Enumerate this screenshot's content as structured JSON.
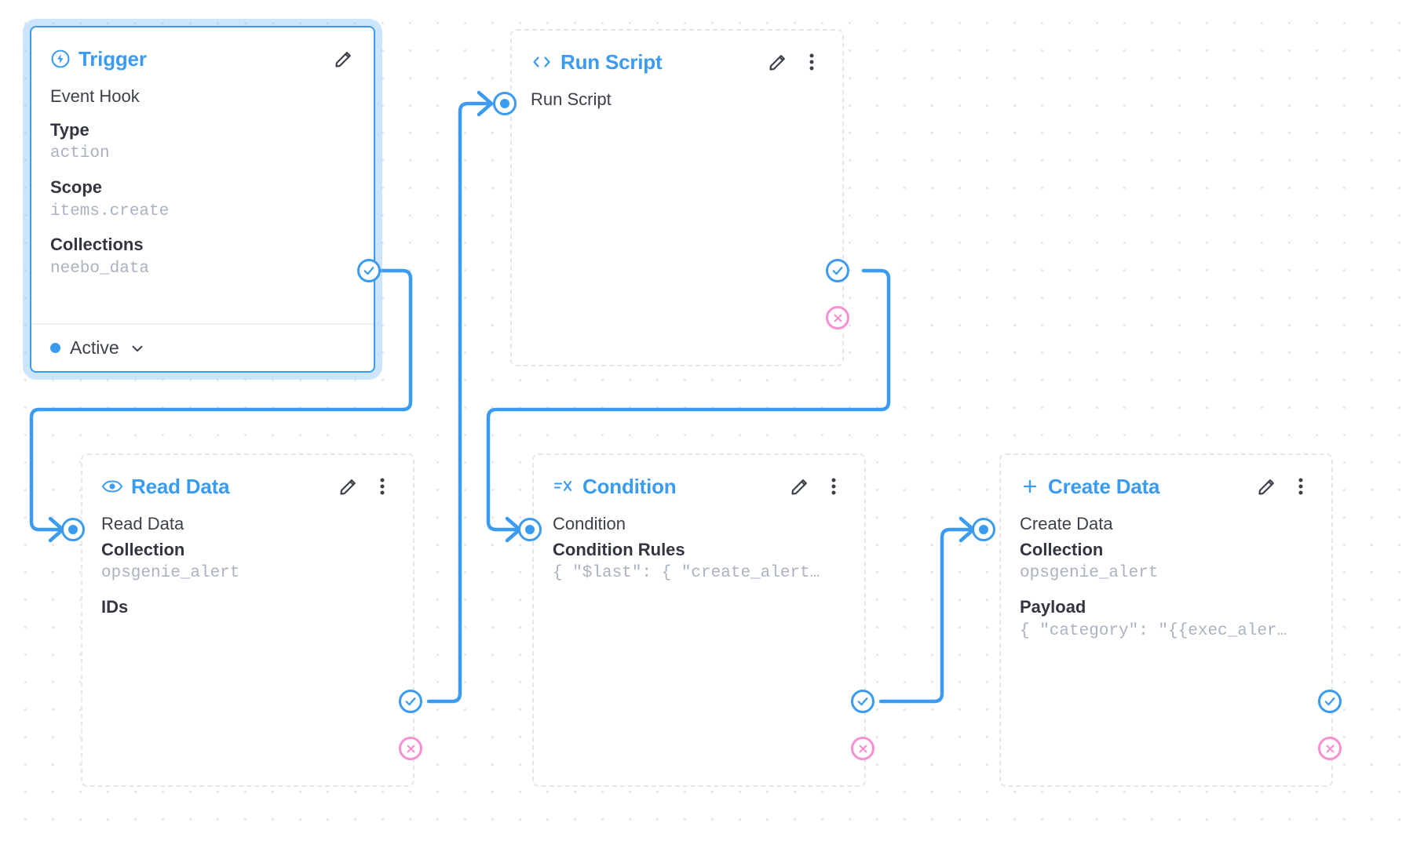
{
  "canvas": {
    "background": "#ffffff",
    "dot_color": "#e4e6ea",
    "accent": "#3b9bf0",
    "error_color": "#f78fd0",
    "value_color": "#aab2c0"
  },
  "panels": {
    "trigger": {
      "title": "Trigger",
      "icon": "bolt-circle-icon",
      "rows": [
        {
          "label": "Event Hook",
          "bold": false
        },
        {
          "label": "Type",
          "bold": true,
          "value": "action"
        },
        {
          "label": "Scope",
          "bold": true,
          "value": "items.create"
        },
        {
          "label": "Collections",
          "bold": true,
          "value": "neebo_data"
        }
      ],
      "status": "Active",
      "edit_label": "Edit",
      "has_menu": false
    },
    "run_script": {
      "title": "Run Script",
      "icon": "code-brackets-icon",
      "key": "Run Script",
      "edit_label": "Edit",
      "menu_label": "More options",
      "has_menu": true
    },
    "read_data": {
      "title": "Read Data",
      "icon": "eye-icon",
      "key": "Read Data",
      "rows": [
        {
          "label": "Collection",
          "bold": true,
          "value": "opsgenie_alert"
        },
        {
          "label": "IDs",
          "bold": true
        }
      ],
      "edit_label": "Edit",
      "menu_label": "More options",
      "has_menu": true
    },
    "condition": {
      "title": "Condition",
      "icon": "condition-filter-icon",
      "key": "Condition",
      "rows": [
        {
          "label": "Condition Rules",
          "bold": true,
          "value": "{ \"$last\": { \"create_alert…"
        }
      ],
      "edit_label": "Edit",
      "menu_label": "More options",
      "has_menu": true
    },
    "create_data": {
      "title": "Create Data",
      "icon": "plus-icon",
      "key": "Create Data",
      "rows": [
        {
          "label": "Collection",
          "bold": true,
          "value": "opsgenie_alert"
        },
        {
          "label": "Payload",
          "bold": true,
          "value": "{ \"category\": \"{{exec_aler…"
        }
      ],
      "edit_label": "Edit",
      "menu_label": "More options",
      "has_menu": true
    }
  },
  "ports": {
    "success_label": "Success output",
    "error_label": "Error output",
    "input_label": "Input"
  }
}
